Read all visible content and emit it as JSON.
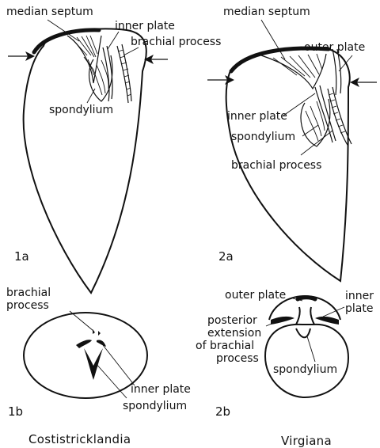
{
  "figure_1a": {
    "number": "1a",
    "labels": {
      "median_septum": "median septum",
      "inner_plate": "inner plate",
      "brachial_process": "brachial process",
      "spondylium": "spondylium"
    }
  },
  "figure_2a": {
    "number": "2a",
    "labels": {
      "median_septum": "median septum",
      "outer_plate": "outer plate",
      "inner_plate": "inner plate",
      "spondylium": "spondylium",
      "brachial_process": "brachial process"
    }
  },
  "figure_1b": {
    "number": "1b",
    "labels": {
      "brachial_process_line1": "brachial",
      "brachial_process_line2": "process",
      "inner_plate": "inner plate",
      "spondylium": "spondylium"
    }
  },
  "figure_2b": {
    "number": "2b",
    "labels": {
      "outer_plate": "outer plate",
      "inner_plate_line1": "inner",
      "inner_plate_line2": "plate",
      "posterior_extension_line1": "posterior",
      "posterior_extension_line2": "extension",
      "posterior_extension_line3": "of brachial",
      "posterior_extension_line4": "process",
      "spondylium": "spondylium"
    }
  },
  "genera": {
    "left": "Costistricklandia",
    "right": "Virgiana"
  }
}
